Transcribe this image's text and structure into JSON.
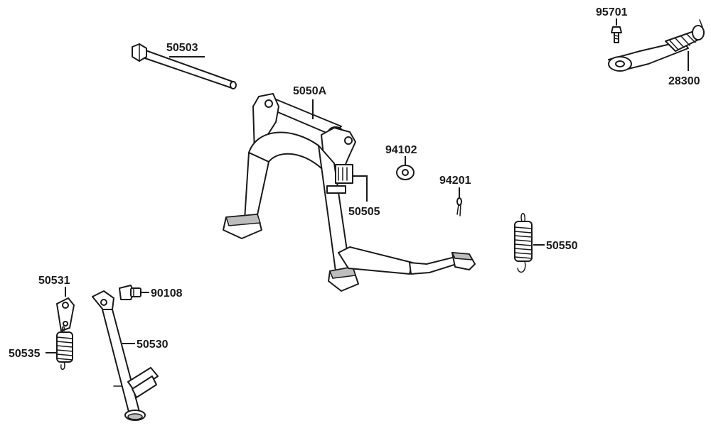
{
  "parts": {
    "axle": "50503",
    "main_stand": "5050A",
    "stand_stopper": "50505",
    "washer": "94102",
    "cotter_pin": "94201",
    "main_stand_spring": "50550",
    "side_stand_bracket": "50531",
    "side_stand_spring": "50535",
    "bolt": "90108",
    "side_stand": "50530",
    "screw": "95701",
    "kick_lever": "28300"
  },
  "colors": {
    "line": "#1a1a1a",
    "shade": "#bdbdbd",
    "background": "#ffffff"
  }
}
